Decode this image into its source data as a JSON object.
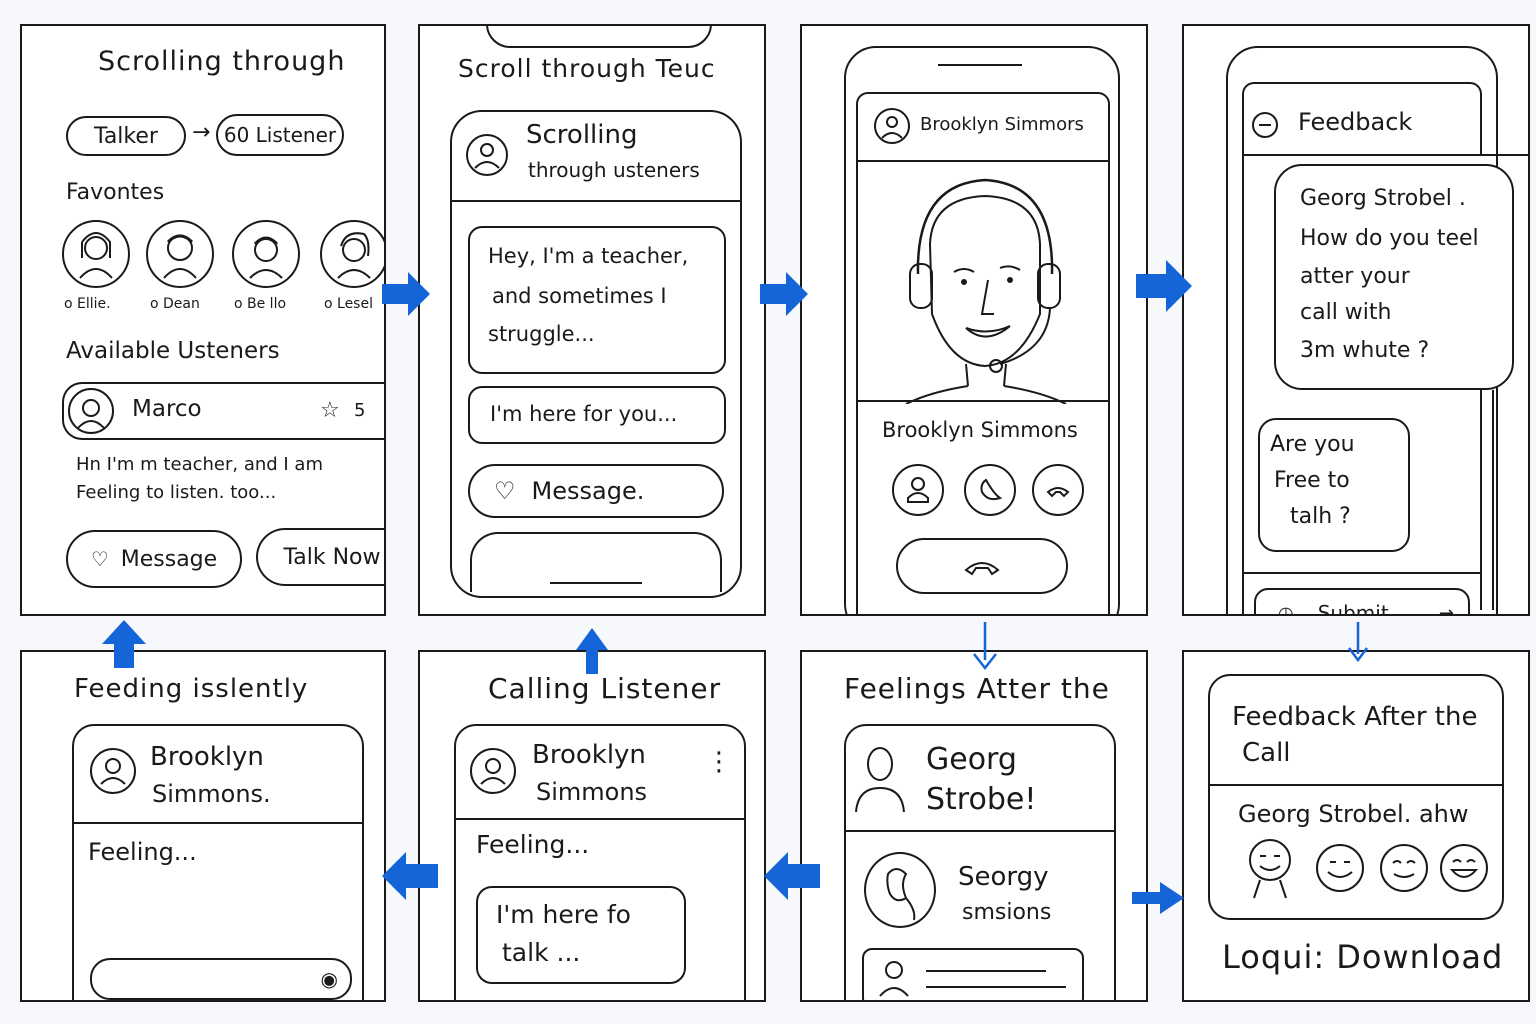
{
  "colors": {
    "ink": "#1a1a1a",
    "arrow": "#1565d8",
    "paper": "#ffffff",
    "background": "#f7f8fb"
  },
  "panel1": {
    "title": "Scrolling through",
    "toggle_talker": "Talker",
    "toggle_listener": "60 Listener",
    "favorites_heading": "Favontes",
    "favorites": [
      "o Ellie.",
      "o Dean",
      "o Be llo",
      "o Lesel"
    ],
    "available_heading": "Available Usteners",
    "listener_name": "Marco",
    "listener_rating": "5",
    "listener_bio_1": "Hn I'm m teacher, and I am",
    "listener_bio_2": "Feeling to listen. too...",
    "message_button": "Message",
    "talk_now_button": "Talk Now"
  },
  "panel2": {
    "title": "Scroll through Teuc",
    "header_1": "Scrolling",
    "header_2": "through usteners",
    "bubble_1_line1": "Hey, I'm a teacher,",
    "bubble_1_line2": "and sometimes I",
    "bubble_1_line3": "struggle...",
    "bubble_2": "I'm here for you...",
    "message_button": "Message."
  },
  "panel3": {
    "header_name": "Brooklyn Simmors",
    "caller_name": "Brooklyn Simmons"
  },
  "panel4": {
    "header": "Feedback",
    "question_1": "Georg Strobel .",
    "question_2": "How do you teel",
    "question_3": "atter your",
    "question_4": "call with",
    "question_5": "3m whute ?",
    "reply_1": "Are you",
    "reply_2": "Free to",
    "reply_3": "talh ?",
    "submit_button": "Submit"
  },
  "panel5": {
    "title": "Feeding isslently",
    "name_1": "Brooklyn",
    "name_2": "Simmons.",
    "feeling": "Feeling..."
  },
  "panel6": {
    "title": "Calling Listener",
    "name_1": "Brooklyn",
    "name_2": "Simmons",
    "feeling": "Feeling...",
    "bubble_1": "I'm here fo",
    "bubble_2": "talk ..."
  },
  "panel7": {
    "title": "Feelings Atter the",
    "name_1": "Georg",
    "name_2": "Strobe!",
    "contact_1": "Seorgy",
    "contact_2": "smsions"
  },
  "panel8": {
    "header_1": "Feedback After the",
    "header_2": "Call",
    "subtitle": "Georg Strobel. ahw",
    "footer": "Loqui: Download"
  }
}
